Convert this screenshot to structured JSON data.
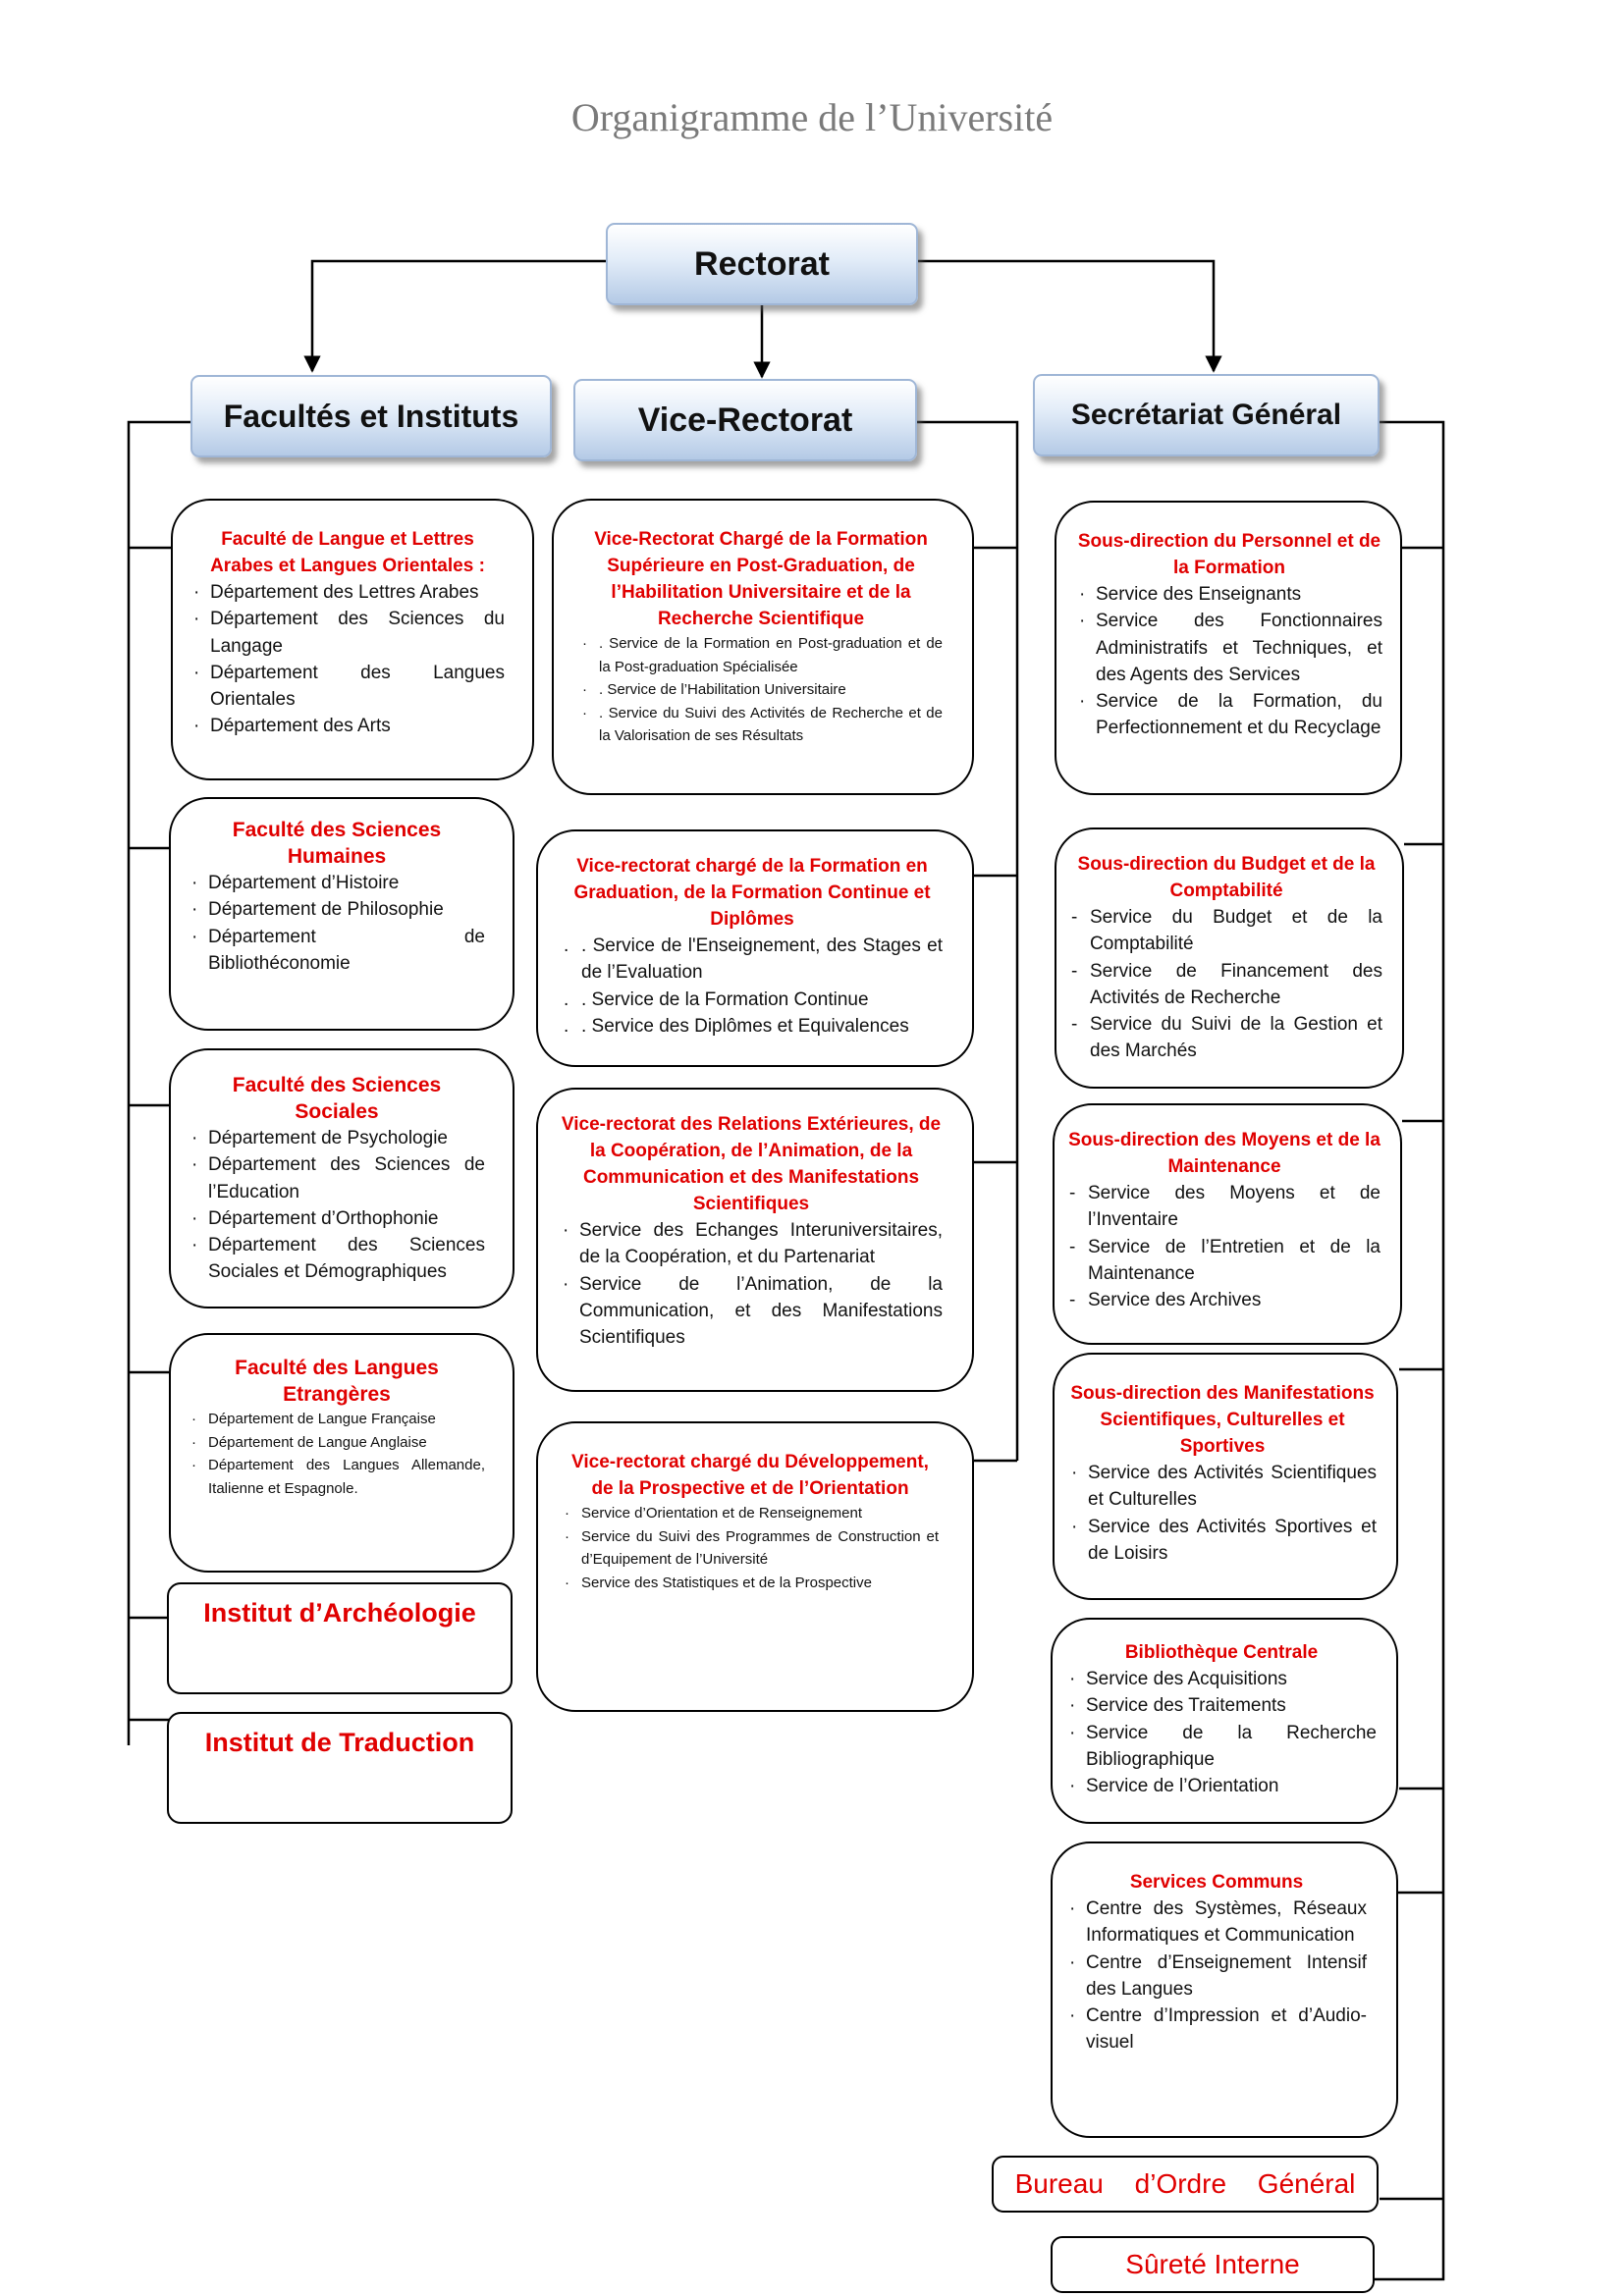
{
  "title": "Organigramme de l’Université",
  "rectorat": "Rectorat",
  "headers": {
    "facultes": "Facultés et Instituts",
    "vice": "Vice-Rectorat",
    "secretariat": "Secrétariat Général"
  },
  "left": [
    {
      "title": "Faculté de Langue et Lettres Arabes et Langues Orientales :",
      "items": [
        "Département des Lettres Arabes",
        "Département des Sciences du Langage",
        "Département des Langues Orientales",
        "Département des Arts"
      ]
    },
    {
      "title": "Faculté des Sciences Humaines",
      "items": [
        "Département d’Histoire",
        "Département de Philosophie",
        "Département de Bibliothéconomie"
      ]
    },
    {
      "title": "Faculté des Sciences Sociales",
      "items": [
        "Département de Psychologie",
        "Département des Sciences de l’Education",
        "Département d’Orthophonie",
        "Département des Sciences Sociales et Démographiques"
      ]
    },
    {
      "title": "Faculté des Langues Etrangères",
      "items": [
        "Département de Langue Française",
        "Département de Langue Anglaise",
        "Département des Langues Allemande, Italienne et Espagnole."
      ]
    }
  ],
  "instituts": [
    "Institut d’Archéologie",
    "Institut de Traduction"
  ],
  "middle": [
    {
      "title": "Vice-Rectorat Chargé de la Formation Supérieure en Post-Graduation, de l’Habilitation Universitaire et de la Recherche Scientifique",
      "items": [
        ". Service de la Formation en Post-graduation et de la Post-graduation Spécialisée",
        ". Service de l’Habilitation Universitaire",
        ". Service du Suivi des Activités de Recherche et de la Valorisation de ses Résultats"
      ]
    },
    {
      "title": "Vice-rectorat chargé de la Formation en Graduation, de la Formation Continue et Diplômes",
      "items": [
        ". Service de l'Enseignement, des Stages et de l’Evaluation",
        ". Service de la Formation Continue",
        ". Service des Diplômes et Equivalences"
      ]
    },
    {
      "title": "Vice-rectorat des Relations Extérieures, de la Coopération, de l’Animation, de la Communication et des Manifestations Scientifiques",
      "items": [
        "Service des Echanges Interuniversitaires, de la Coopération, et du Partenariat",
        "Service de l’Animation, de la Communication, et des Manifestations Scientifiques"
      ]
    },
    {
      "title": "Vice-rectorat chargé du Développement, de la Prospective et de l’Orientation",
      "items": [
        "Service d’Orientation et de Renseignement",
        "Service du Suivi des Programmes de Construction et d’Equipement de l’Université",
        "Service des Statistiques et de la Prospective"
      ]
    }
  ],
  "right": [
    {
      "title": "Sous-direction du Personnel et de la Formation",
      "items": [
        "Service des Enseignants",
        "Service des Fonctionnaires Administratifs et Techniques, et des Agents des Services",
        "Service de la Formation, du Perfectionnement et du Recyclage"
      ]
    },
    {
      "title": "Sous-direction du Budget et de la Comptabilité",
      "items": [
        "Service du Budget et de la Comptabilité",
        "Service de Financement des Activités de Recherche",
        "Service du Suivi de la Gestion et des Marchés"
      ]
    },
    {
      "title": "Sous-direction des Moyens et de la Maintenance",
      "items": [
        "Service des Moyens et de l’Inventaire",
        "Service de l’Entretien et de la Maintenance",
        "Service des Archives"
      ]
    },
    {
      "title": "Sous-direction des Manifestations Scientifiques, Culturelles et Sportives",
      "items": [
        "Service des Activités Scientifiques et Culturelles",
        "Service des Activités Sportives et de Loisirs"
      ]
    },
    {
      "title": "Bibliothèque Centrale",
      "items": [
        "Service des Acquisitions",
        "Service des Traitements",
        "Service de la Recherche Bibliographique",
        "Service de l’Orientation"
      ]
    },
    {
      "title": "Services Communs",
      "items": [
        "Centre des Systèmes, Réseaux Informatiques et Communication",
        "Centre d’Enseignement Intensif des Langues",
        "Centre d’Impression et d’Audio-visuel"
      ]
    }
  ],
  "bureau": "Bureau d’Ordre Général",
  "surete": "Sûreté Interne"
}
